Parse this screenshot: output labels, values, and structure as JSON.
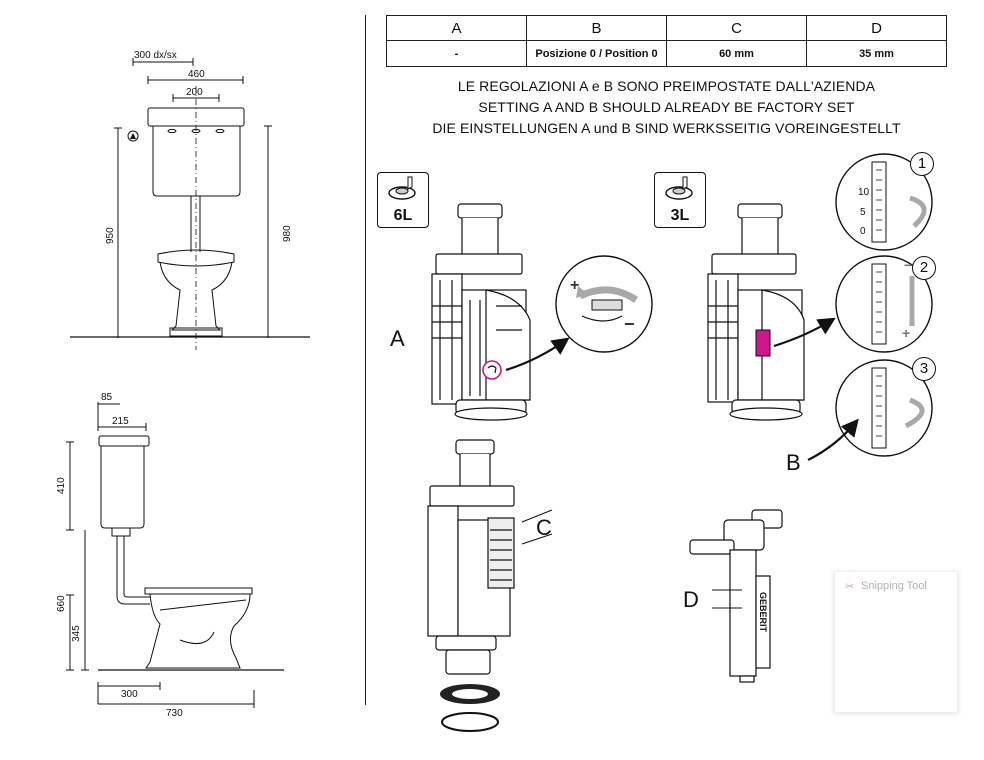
{
  "left": {
    "front_view": {
      "dimensions": {
        "top": "300 dx/sx",
        "width": "460",
        "inner": "200",
        "height_left": "950",
        "height_right": "980"
      }
    },
    "side_view": {
      "dimensions": {
        "d85": "85",
        "d215": "215",
        "d410": "410",
        "d660": "660",
        "d345": "345",
        "d300": "300",
        "d730": "730"
      }
    }
  },
  "table": {
    "headers": [
      "A",
      "B",
      "C",
      "D"
    ],
    "values": [
      "-",
      "Posizione 0 / Position 0",
      "60 mm",
      "35 mm"
    ]
  },
  "notice": [
    "LE REGOLAZIONI  A e B SONO PREIMPOSTATE DALL'AZIENDA",
    "SETTING A  AND B SHOULD ALREADY BE FACTORY SET",
    "DIE EINSTELLUNGEN A und B SIND WERKSSEITIG VOREINGESTELLT"
  ],
  "badges": {
    "six_l": "6L",
    "three_l": "3L"
  },
  "callouts": {
    "a": "A",
    "b": "B",
    "c": "C",
    "d": "D"
  },
  "steps": [
    "1",
    "2",
    "3"
  ],
  "scale_numbers": [
    "10",
    "5",
    "0"
  ],
  "brand_text": "GEBERIT",
  "snipping_tool": "Snipping Tool",
  "colors": {
    "accent_magenta": "#d0148c",
    "highlight_pink": "#e8a0c8",
    "line": "#111111",
    "arrow_gray": "#a8a8a8"
  }
}
